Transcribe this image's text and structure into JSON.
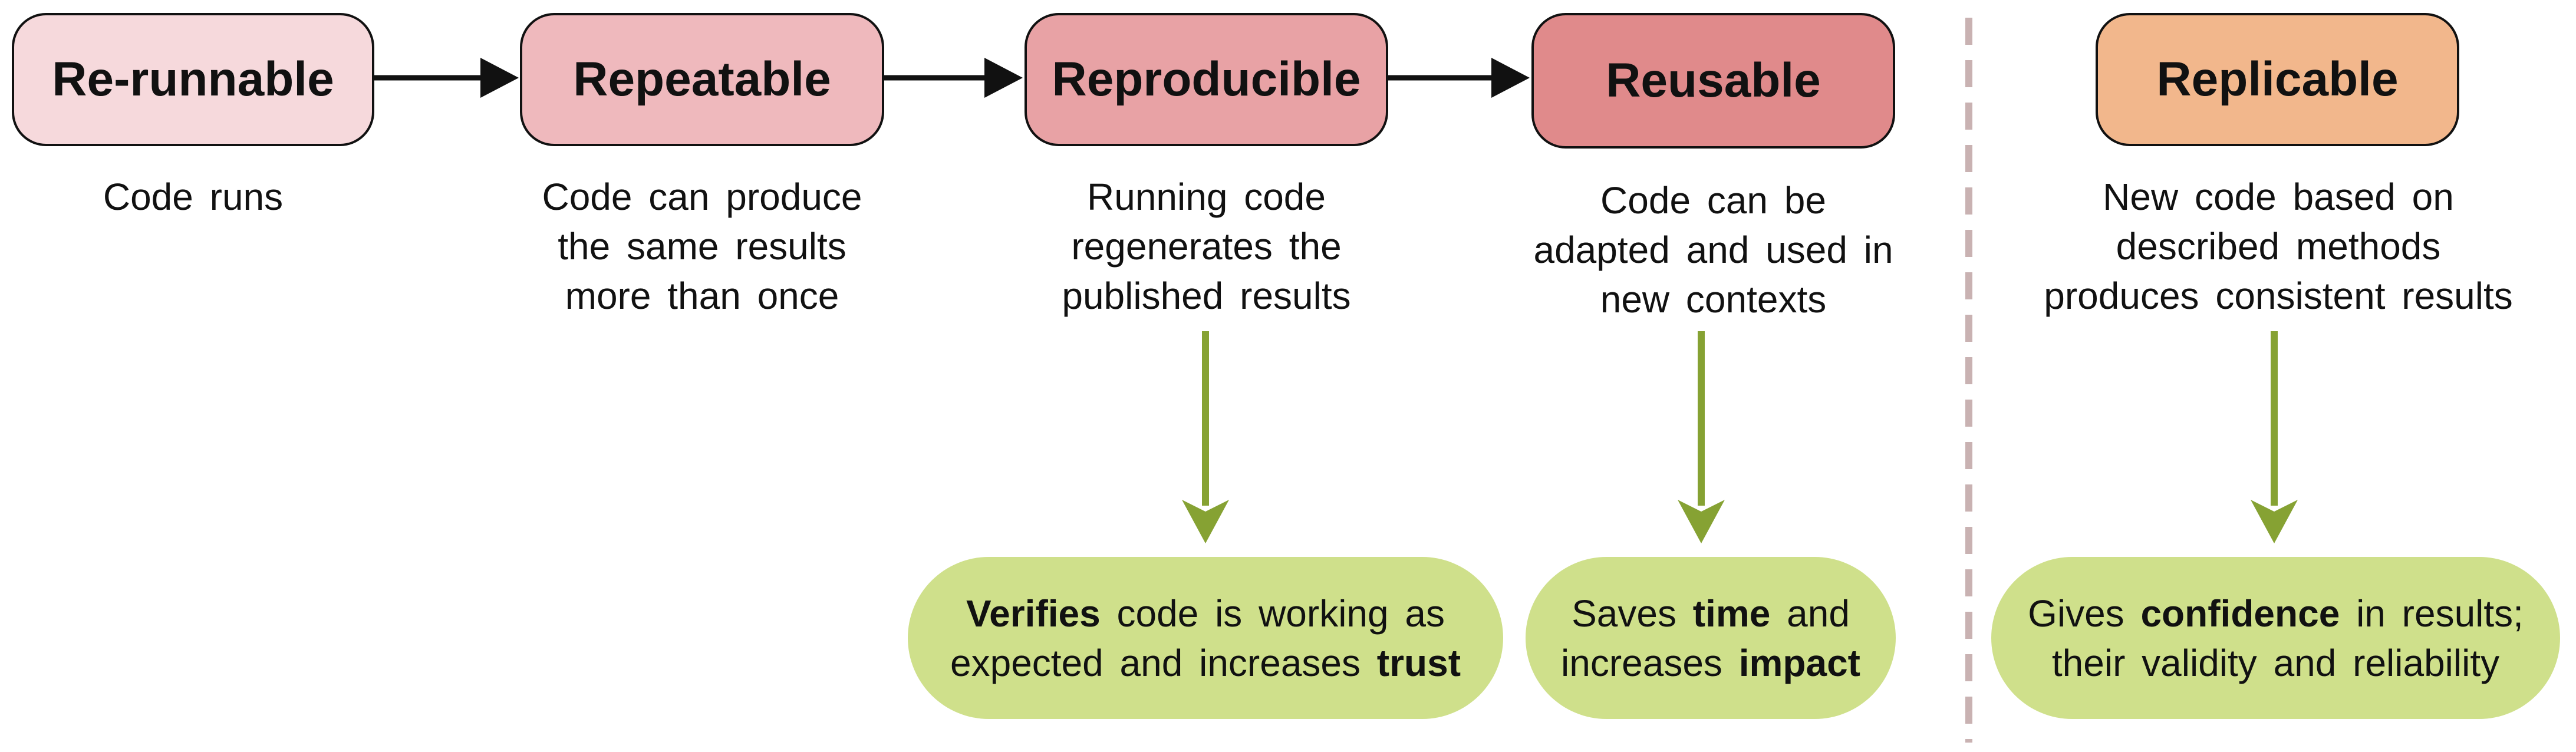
{
  "stages": [
    {
      "id": "rerunnable",
      "label": "Re-runnable",
      "color": "#f6d9dc",
      "description": [
        "Code runs"
      ]
    },
    {
      "id": "repeatable",
      "label": "Repeatable",
      "color": "#efb9bd",
      "description": [
        "Code can produce",
        "the same results",
        "more than once"
      ]
    },
    {
      "id": "reproducible",
      "label": "Reproducible",
      "color": "#e8a2a5",
      "description": [
        "Running code",
        "regenerates the",
        "published results"
      ]
    },
    {
      "id": "reusable",
      "label": "Reusable",
      "color": "#e08a8b",
      "description": [
        "Code can be",
        "adapted and used in",
        "new contexts"
      ]
    },
    {
      "id": "replicable",
      "label": "Replicable",
      "color": "#f2b78c",
      "description": [
        "New code based on",
        "described methods",
        "produces consistent results"
      ]
    }
  ],
  "benefits": [
    {
      "id": "reproducible",
      "line1": {
        "bold": "Verifies",
        "rest": " code is working as"
      },
      "line2": {
        "pre": "expected and increases ",
        "bold": "trust"
      }
    },
    {
      "id": "reusable",
      "line1": {
        "pre": "Saves ",
        "bold": "time",
        "rest": " and"
      },
      "line2": {
        "pre": "increases ",
        "bold": "impact"
      }
    },
    {
      "id": "replicable",
      "line1": {
        "pre": "Gives ",
        "bold": "confidence",
        "rest": " in results;"
      },
      "line2": {
        "pre": "their validity and reliability"
      }
    }
  ],
  "colors": {
    "benefit_fill": "#cfe08b",
    "green_arrow": "#86a233",
    "divider": "#c9b2b2",
    "flow_arrow": "#111111"
  }
}
